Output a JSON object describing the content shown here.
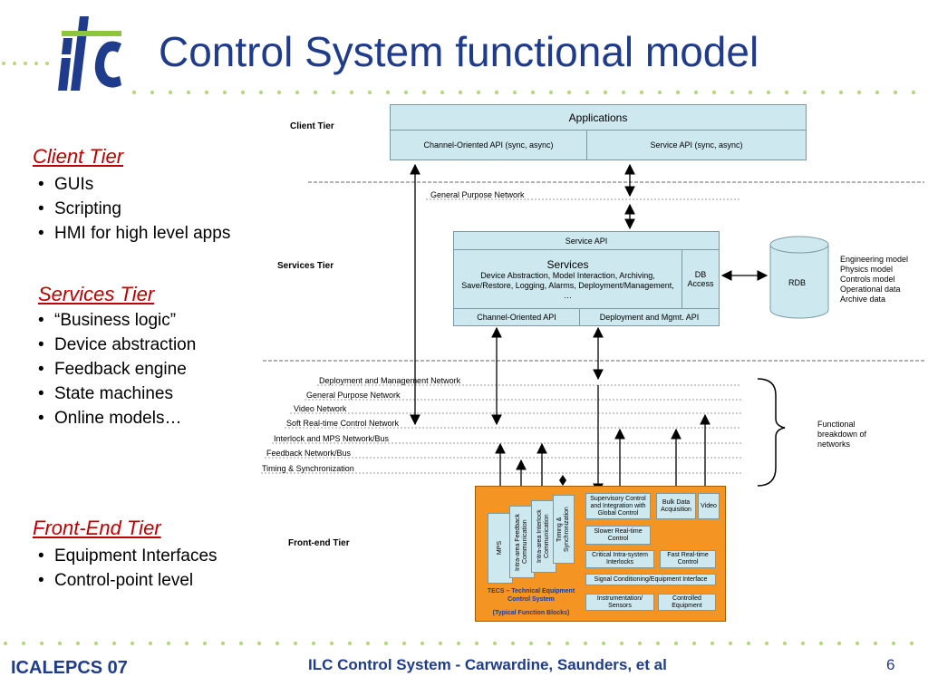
{
  "slide": {
    "title": "Control System functional model",
    "page_number": "6",
    "footer_left": "ICALEPCS 07",
    "footer_center": "ILC Control System - Carwardine, Saunders, et al"
  },
  "left_panel": {
    "sections": [
      {
        "heading": "Client Tier",
        "items": [
          "GUIs",
          "Scripting",
          "HMI for high level apps"
        ]
      },
      {
        "heading": "Services Tier",
        "items": [
          "“Business logic”",
          "Device abstraction",
          "Feedback engine",
          "State machines",
          "Online models…"
        ]
      },
      {
        "heading": "Front-End Tier",
        "items": [
          "Equipment Interfaces",
          "Control-point level"
        ]
      }
    ]
  },
  "diagram": {
    "tiers": {
      "client": "Client Tier",
      "services": "Services Tier",
      "frontend": "Front-end Tier"
    },
    "applications": {
      "title": "Applications",
      "api_left": "Channel-Oriented API (sync, async)",
      "api_right": "Service API (sync, async)"
    },
    "general_network": "General Purpose Network",
    "services": {
      "service_api": "Service API",
      "title": "Services",
      "desc": "Device Abstraction, Model Interaction, Archiving, Save/Restore, Logging, Alarms, Deployment/Management, …",
      "db_access": "DB Access",
      "channel_api": "Channel-Oriented API",
      "deploy_api": "Deployment and Mgmt. API"
    },
    "rdb": {
      "label": "RDB",
      "notes": [
        "Engineering model",
        "Physics model",
        "Controls model",
        "Operational data",
        "Archive data"
      ]
    },
    "networks": [
      "Deployment and Management Network",
      "General Purpose Network",
      "Video Network",
      "Soft Real-time Control Network",
      "Interlock and MPS Network/Bus",
      "Feedback Network/Bus",
      "Timing & Synchronization"
    ],
    "functional_note": [
      "Functional",
      "breakdown of",
      "networks"
    ],
    "frontend": {
      "vertical_boxes": [
        "MPS",
        "Intra-area Feedback Communication",
        "Intra-area Interlock Communication",
        "Timing & Synchronization"
      ],
      "supervisory": "Supervisory Control and Integration with Global Control",
      "bulk": "Bulk Data Acquisition",
      "video": "Video",
      "slower": "Slower Real-time Control",
      "critical": "Critical Intra-system Interlocks",
      "fast": "Fast Real-time Control",
      "signal": "Signal Conditioning/Equipment Interface",
      "instrumentation": "Instrumentation/ Sensors",
      "controlled": "Controlled Equipment",
      "tecs_title": "TECS – Technical Equipment Control System",
      "tecs_sub": "(Typical Function Blocks)"
    }
  }
}
